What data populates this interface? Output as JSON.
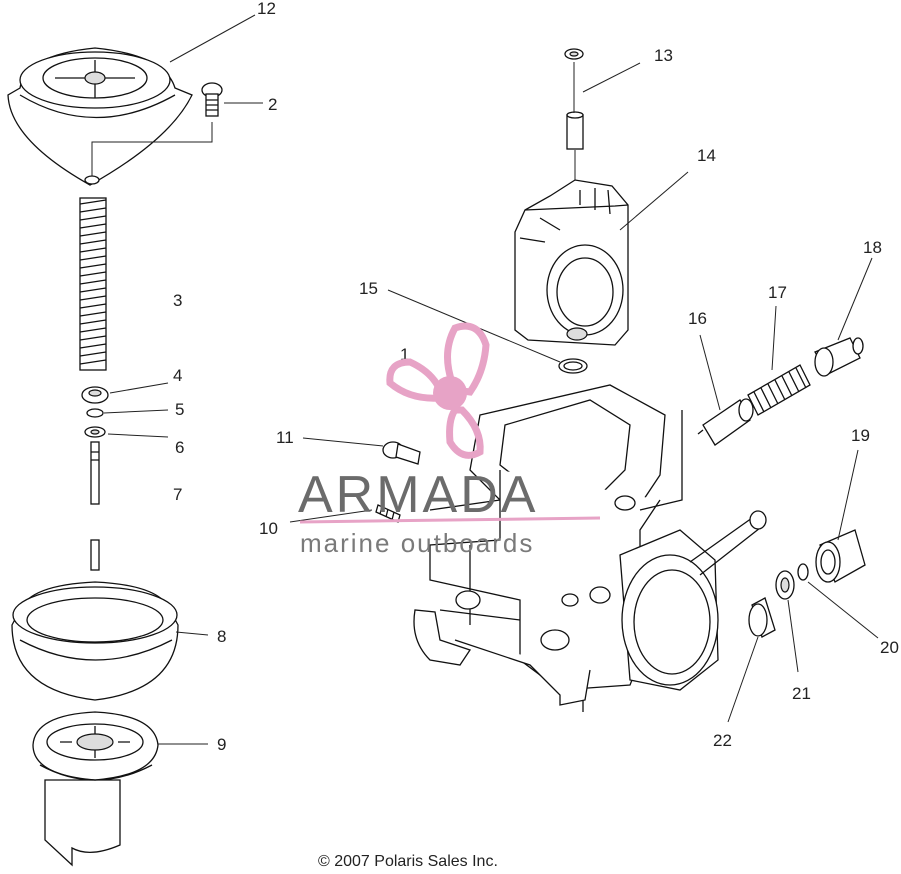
{
  "labels": {
    "l1": "1",
    "l2": "2",
    "l3": "3",
    "l4": "4",
    "l5": "5",
    "l6": "6",
    "l7": "7",
    "l8": "8",
    "l9": "9",
    "l10": "10",
    "l11": "11",
    "l12": "12",
    "l13": "13",
    "l14": "14",
    "l15": "15",
    "l16": "16",
    "l17": "17",
    "l18": "18",
    "l19": "19",
    "l20": "20",
    "l21": "21",
    "l22": "22"
  },
  "watermark": {
    "brand": "ARMADA",
    "tagline": "marine outboards",
    "color": "#e7a3c6"
  },
  "copyright": "© 2007 Polaris Sales Inc."
}
